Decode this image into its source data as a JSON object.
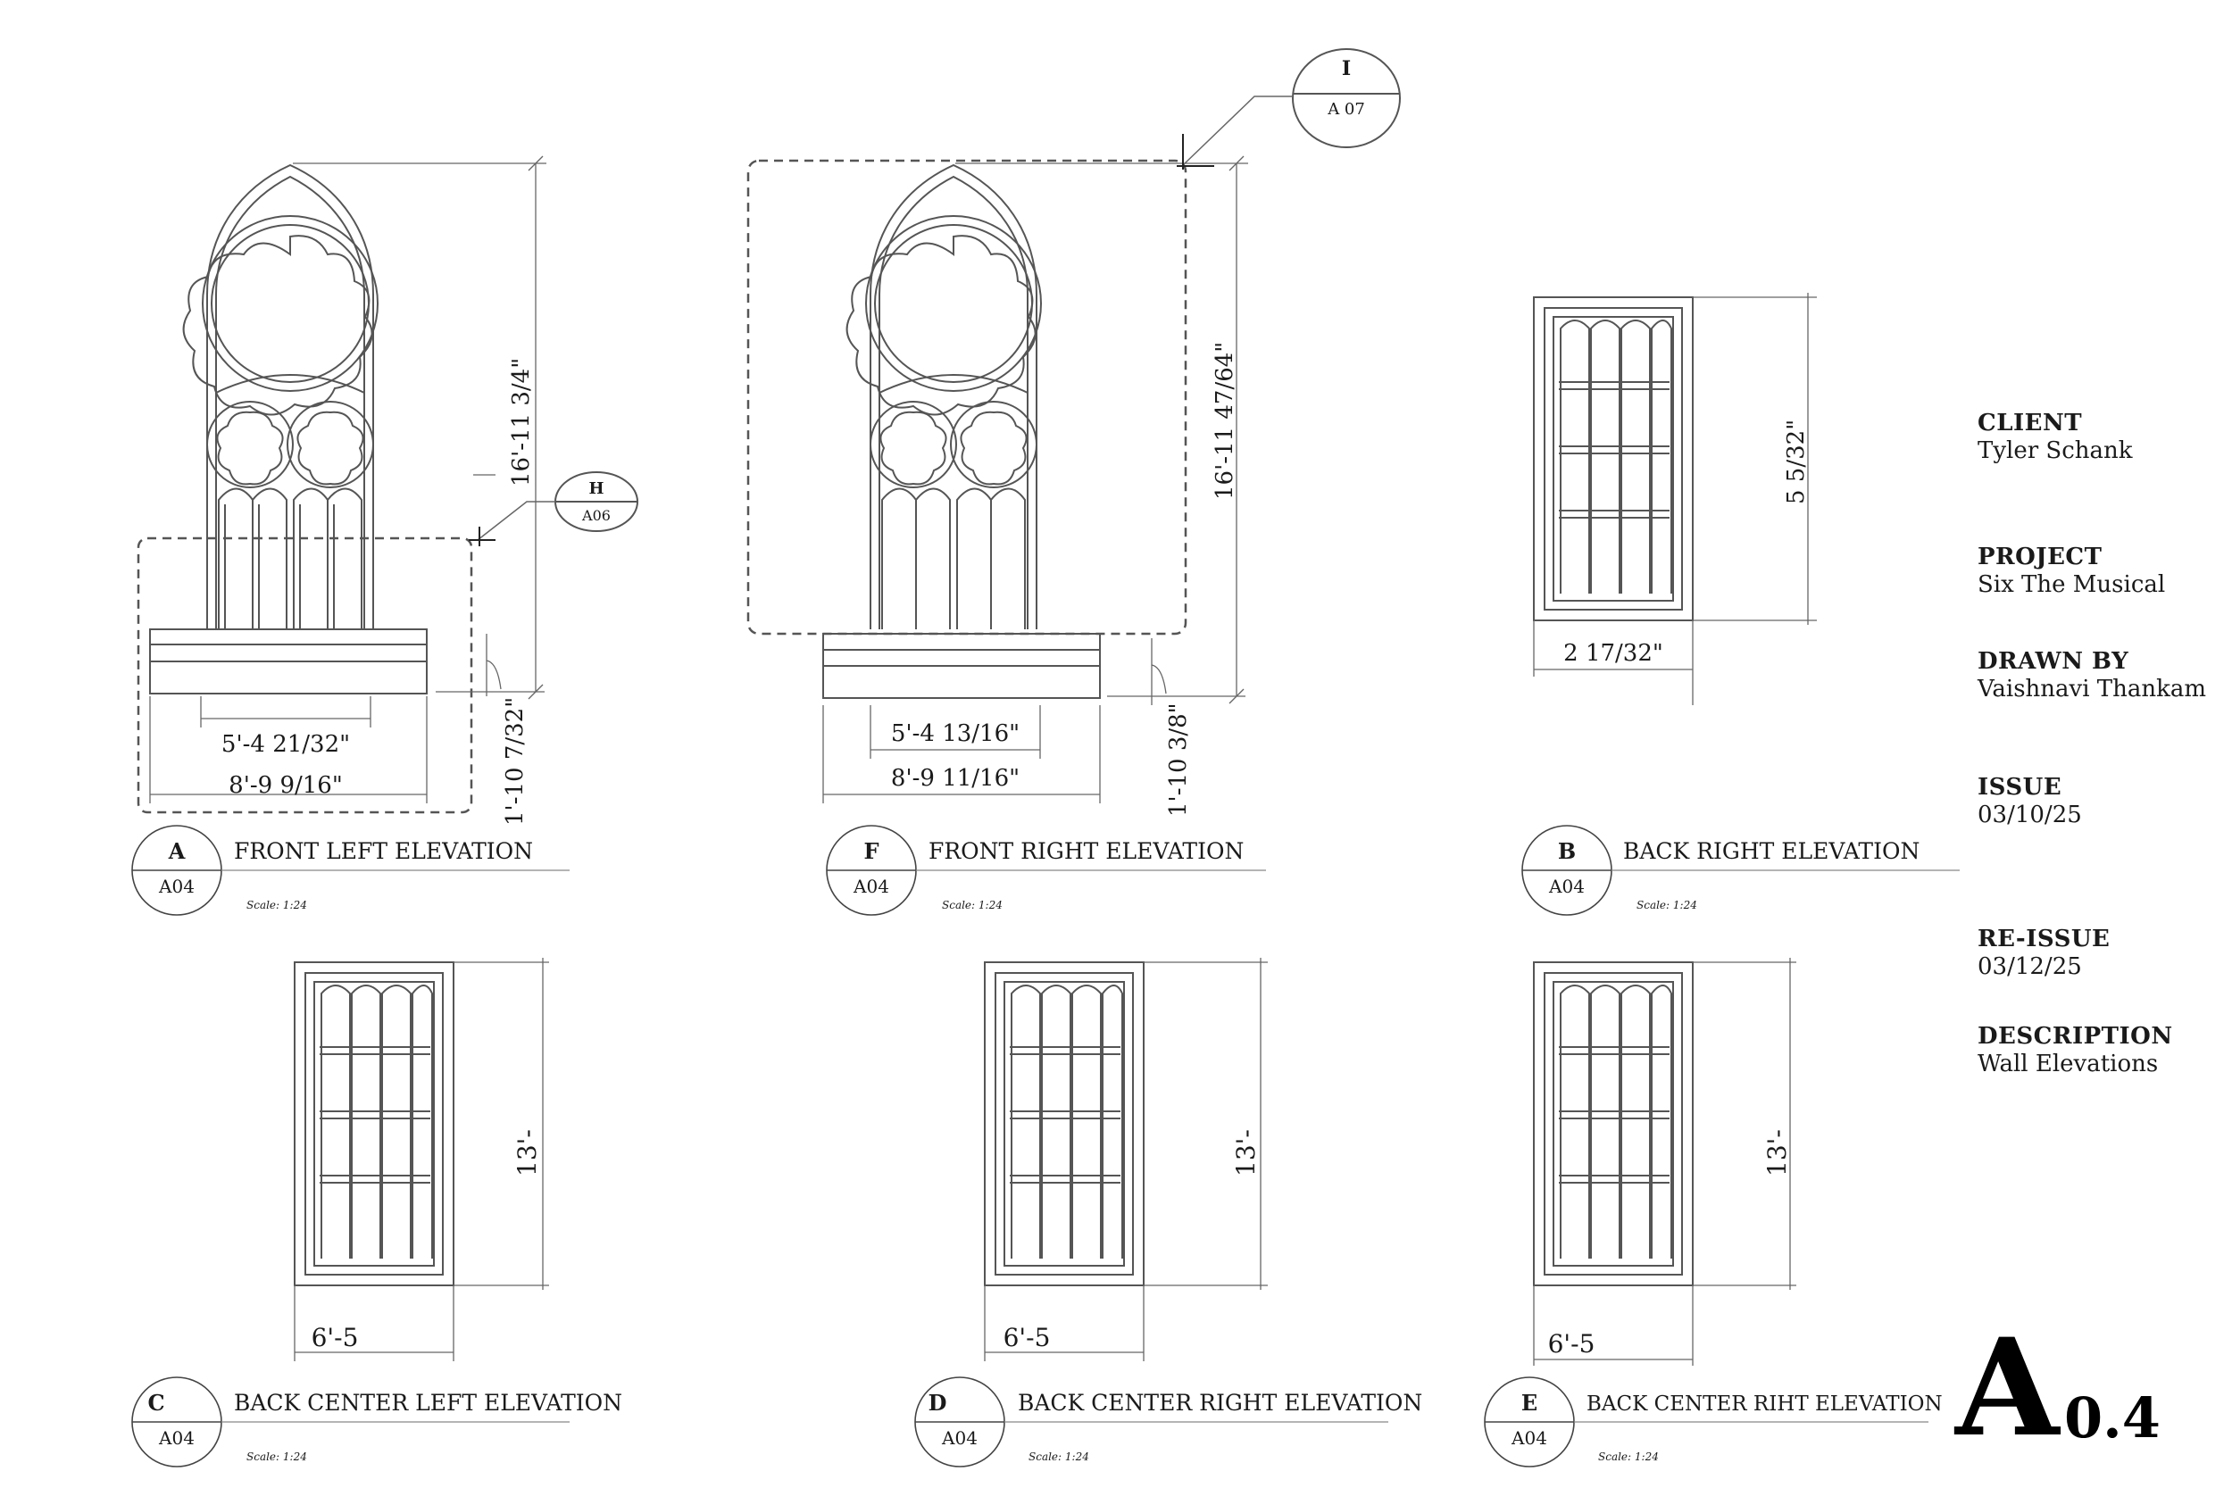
{
  "callouts": {
    "H": {
      "letter": "H",
      "sheet": "A06"
    },
    "I": {
      "letter": "I",
      "sheet": "A 07"
    }
  },
  "views": {
    "A": {
      "letter": "A",
      "sheet": "A04",
      "title": "FRONT LEFT ELEVATION",
      "scale": "Scale: 1:24"
    },
    "F": {
      "letter": "F",
      "sheet": "A04",
      "title": "FRONT RIGHT ELEVATION",
      "scale": "Scale: 1:24"
    },
    "B": {
      "letter": "B",
      "sheet": "A04",
      "title": "BACK RIGHT ELEVATION",
      "scale": "Scale: 1:24"
    },
    "C": {
      "letter": "C",
      "sheet": "A04",
      "title": "BACK CENTER LEFT ELEVATION",
      "scale": "Scale: 1:24"
    },
    "D": {
      "letter": "D",
      "sheet": "A04",
      "title": "BACK CENTER RIGHT ELEVATION",
      "scale": "Scale: 1:24"
    },
    "E": {
      "letter": "E",
      "sheet": "A04",
      "title": "BACK CENTER RIHT ELEVATION",
      "scale": "Scale: 1:24"
    }
  },
  "dims": {
    "a_height": "16'-11 3/4\"",
    "a_inner": "5'-4 21/32\"",
    "a_outer": "8'-9 9/16\"",
    "a_base": "1'-10 7/32\"",
    "f_height": "16'-11 47/64\"",
    "f_inner": "5'-4 13/16\"",
    "f_outer": "8'-9 11/16\"",
    "f_base": "1'-10 3/8\"",
    "b_height": "5 5/32\"",
    "b_width": "2 17/32\"",
    "c_height": "13'-",
    "c_width": "6'-5",
    "d_height": "13'-",
    "d_width": "6'-5",
    "e_height": "13'-",
    "e_width": "6'-5"
  },
  "title_block": {
    "client_label": "CLIENT",
    "client": "Tyler Schank",
    "project_label": "PROJECT",
    "project": "Six The Musical",
    "drawn_label": "DRAWN BY",
    "drawn": "Vaishnavi Thankam",
    "issue_label": "ISSUE",
    "issue": "03/10/25",
    "reissue_label": "RE-ISSUE",
    "reissue": "03/12/25",
    "desc_label": "DESCRIPTION",
    "desc": "Wall Elevations"
  },
  "sheet_number": {
    "letter": "A",
    "number": "0.4"
  }
}
